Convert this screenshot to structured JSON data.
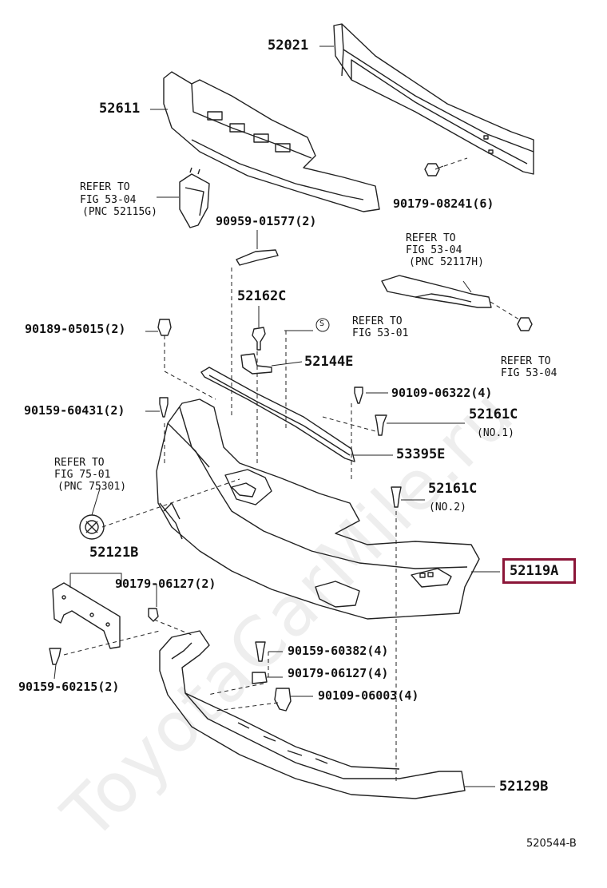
{
  "watermark": "ToyotaCarMile.ru",
  "labels": {
    "p52021": "52021",
    "p52611": "52611",
    "ref1_a": "REFER TO",
    "ref1_b": "FIG 53-04",
    "ref1_c": "(PNC 52115G)",
    "p90179_08241": "90179-08241(6)",
    "p90959_01577": "90959-01577(2)",
    "ref2_a": "REFER TO",
    "ref2_b": "FIG 53-04",
    "ref2_c": "(PNC 52117H)",
    "p52162C": "52162C",
    "p90189_05015": "90189-05015(2)",
    "ref3_a": "REFER TO",
    "ref3_b": "FIG 53-01",
    "circle_s": "S",
    "p52144E": "52144E",
    "ref4_a": "REFER TO",
    "ref4_b": "FIG 53-04",
    "p90159_60431": "90159-60431(2)",
    "p90109_06322": "90109-06322(4)",
    "p52161C_1": "52161C",
    "no1": "(NO.1)",
    "ref5_a": "REFER TO",
    "ref5_b": "FIG 75-01",
    "ref5_c": "(PNC 75301)",
    "p53395E": "53395E",
    "p52161C_2": "52161C",
    "no2": "(NO.2)",
    "p52121B": "52121B",
    "p52119A": "52119A",
    "p90179_06127a": "90179-06127(2)",
    "p90159_60382": "90159-60382(4)",
    "p90179_06127b": "90179-06127(4)",
    "p90109_06003": "90109-06003(4)",
    "p90159_60215": "90159-60215(2)",
    "p52129B": "52129B",
    "drawing_no": "520544-B"
  },
  "colors": {
    "line": "#222222",
    "highlight": "#8b1538",
    "watermark": "#eeeeee"
  }
}
